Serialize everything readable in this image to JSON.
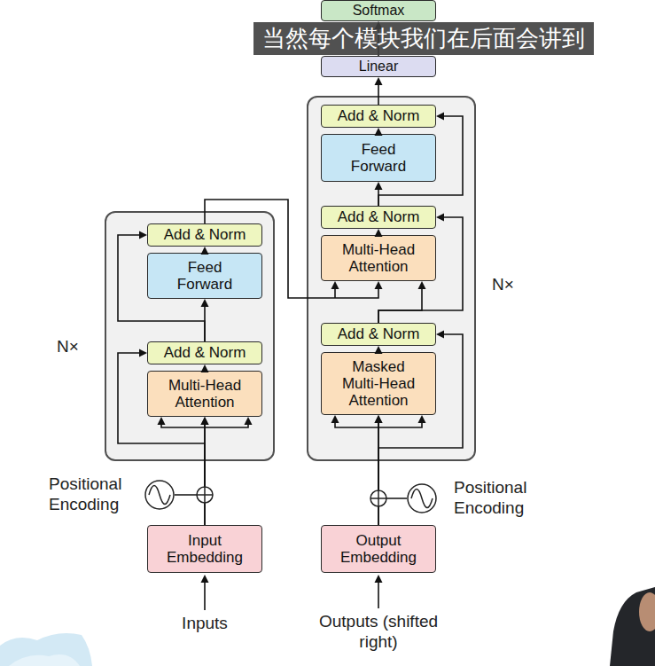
{
  "diagram": {
    "nodes": [
      {
        "text": [
          "Softmax"
        ]
      },
      {
        "text": [
          "Linear"
        ]
      },
      {
        "text": [
          "N×"
        ]
      },
      {
        "text": [
          "Add & Norm"
        ],
        "in": 2
      },
      {
        "text": [
          "Feed Forward"
        ],
        "in": 2
      },
      {
        "text": [
          "Add & Norm"
        ],
        "in": 2
      },
      {
        "text": [
          "Multi-Head Attention"
        ],
        "in": 2
      },
      {
        "text": [
          "Add & Norm"
        ],
        "in": 2
      },
      {
        "text": [
          "Masked Multi-Head Attention"
        ],
        "in": 2
      },
      {
        "text": [
          "N×"
        ]
      },
      {
        "text": [
          "Add & Norm"
        ],
        "in": 9
      },
      {
        "text": [
          "Feed Forward"
        ],
        "in": 9
      },
      {
        "text": [
          "Add & Norm"
        ],
        "in": 9
      },
      {
        "text": [
          "Multi-Head Attention"
        ],
        "in": 9
      },
      {
        "text": [
          "Positional Encoding"
        ]
      },
      {
        "text": [
          "Input Embedding"
        ]
      },
      {
        "text": [
          "Output Embedding"
        ]
      },
      {
        "text": [
          "Positional Encoding"
        ]
      }
    ],
    "edges": [
      {
        "from": 1,
        "to": 0,
        "arrow": "to"
      },
      {
        "from": 3,
        "to": 1,
        "arrow": "to"
      },
      {
        "from": 4,
        "to": 3,
        "arrow": "to"
      },
      {
        "from": 5,
        "to": 4,
        "arrow": "to"
      },
      {
        "from": 5,
        "to": 3,
        "arrow": "to"
      },
      {
        "from": 6,
        "to": 5,
        "arrow": "to"
      },
      {
        "from": 7,
        "to": 6,
        "arrow": "to"
      },
      {
        "from": 7,
        "to": 5,
        "arrow": "to"
      },
      {
        "from": 8,
        "to": 7,
        "arrow": "to"
      },
      {
        "from": 16,
        "to": 8,
        "arrow": "to"
      },
      {
        "from": 16,
        "to": 7,
        "arrow": "to"
      },
      {
        "from": 17,
        "to": 8,
        "arrow": "to"
      },
      {
        "from": 15,
        "to": 13,
        "arrow": "to"
      },
      {
        "from": 15,
        "to": 12,
        "arrow": "to"
      },
      {
        "from": 14,
        "to": 13,
        "arrow": "to"
      },
      {
        "from": 13,
        "to": 12,
        "arrow": "to"
      },
      {
        "from": 12,
        "to": 11,
        "arrow": "to"
      },
      {
        "from": 12,
        "to": 10,
        "arrow": "to"
      },
      {
        "from": 11,
        "to": 10,
        "arrow": "to"
      },
      {
        "from": 10,
        "to": 6,
        "arrow": "to"
      }
    ],
    "labels": [
      "当然每个模块我们在后面会讲到",
      "Inputs",
      "Outputs (shifted right)"
    ]
  }
}
